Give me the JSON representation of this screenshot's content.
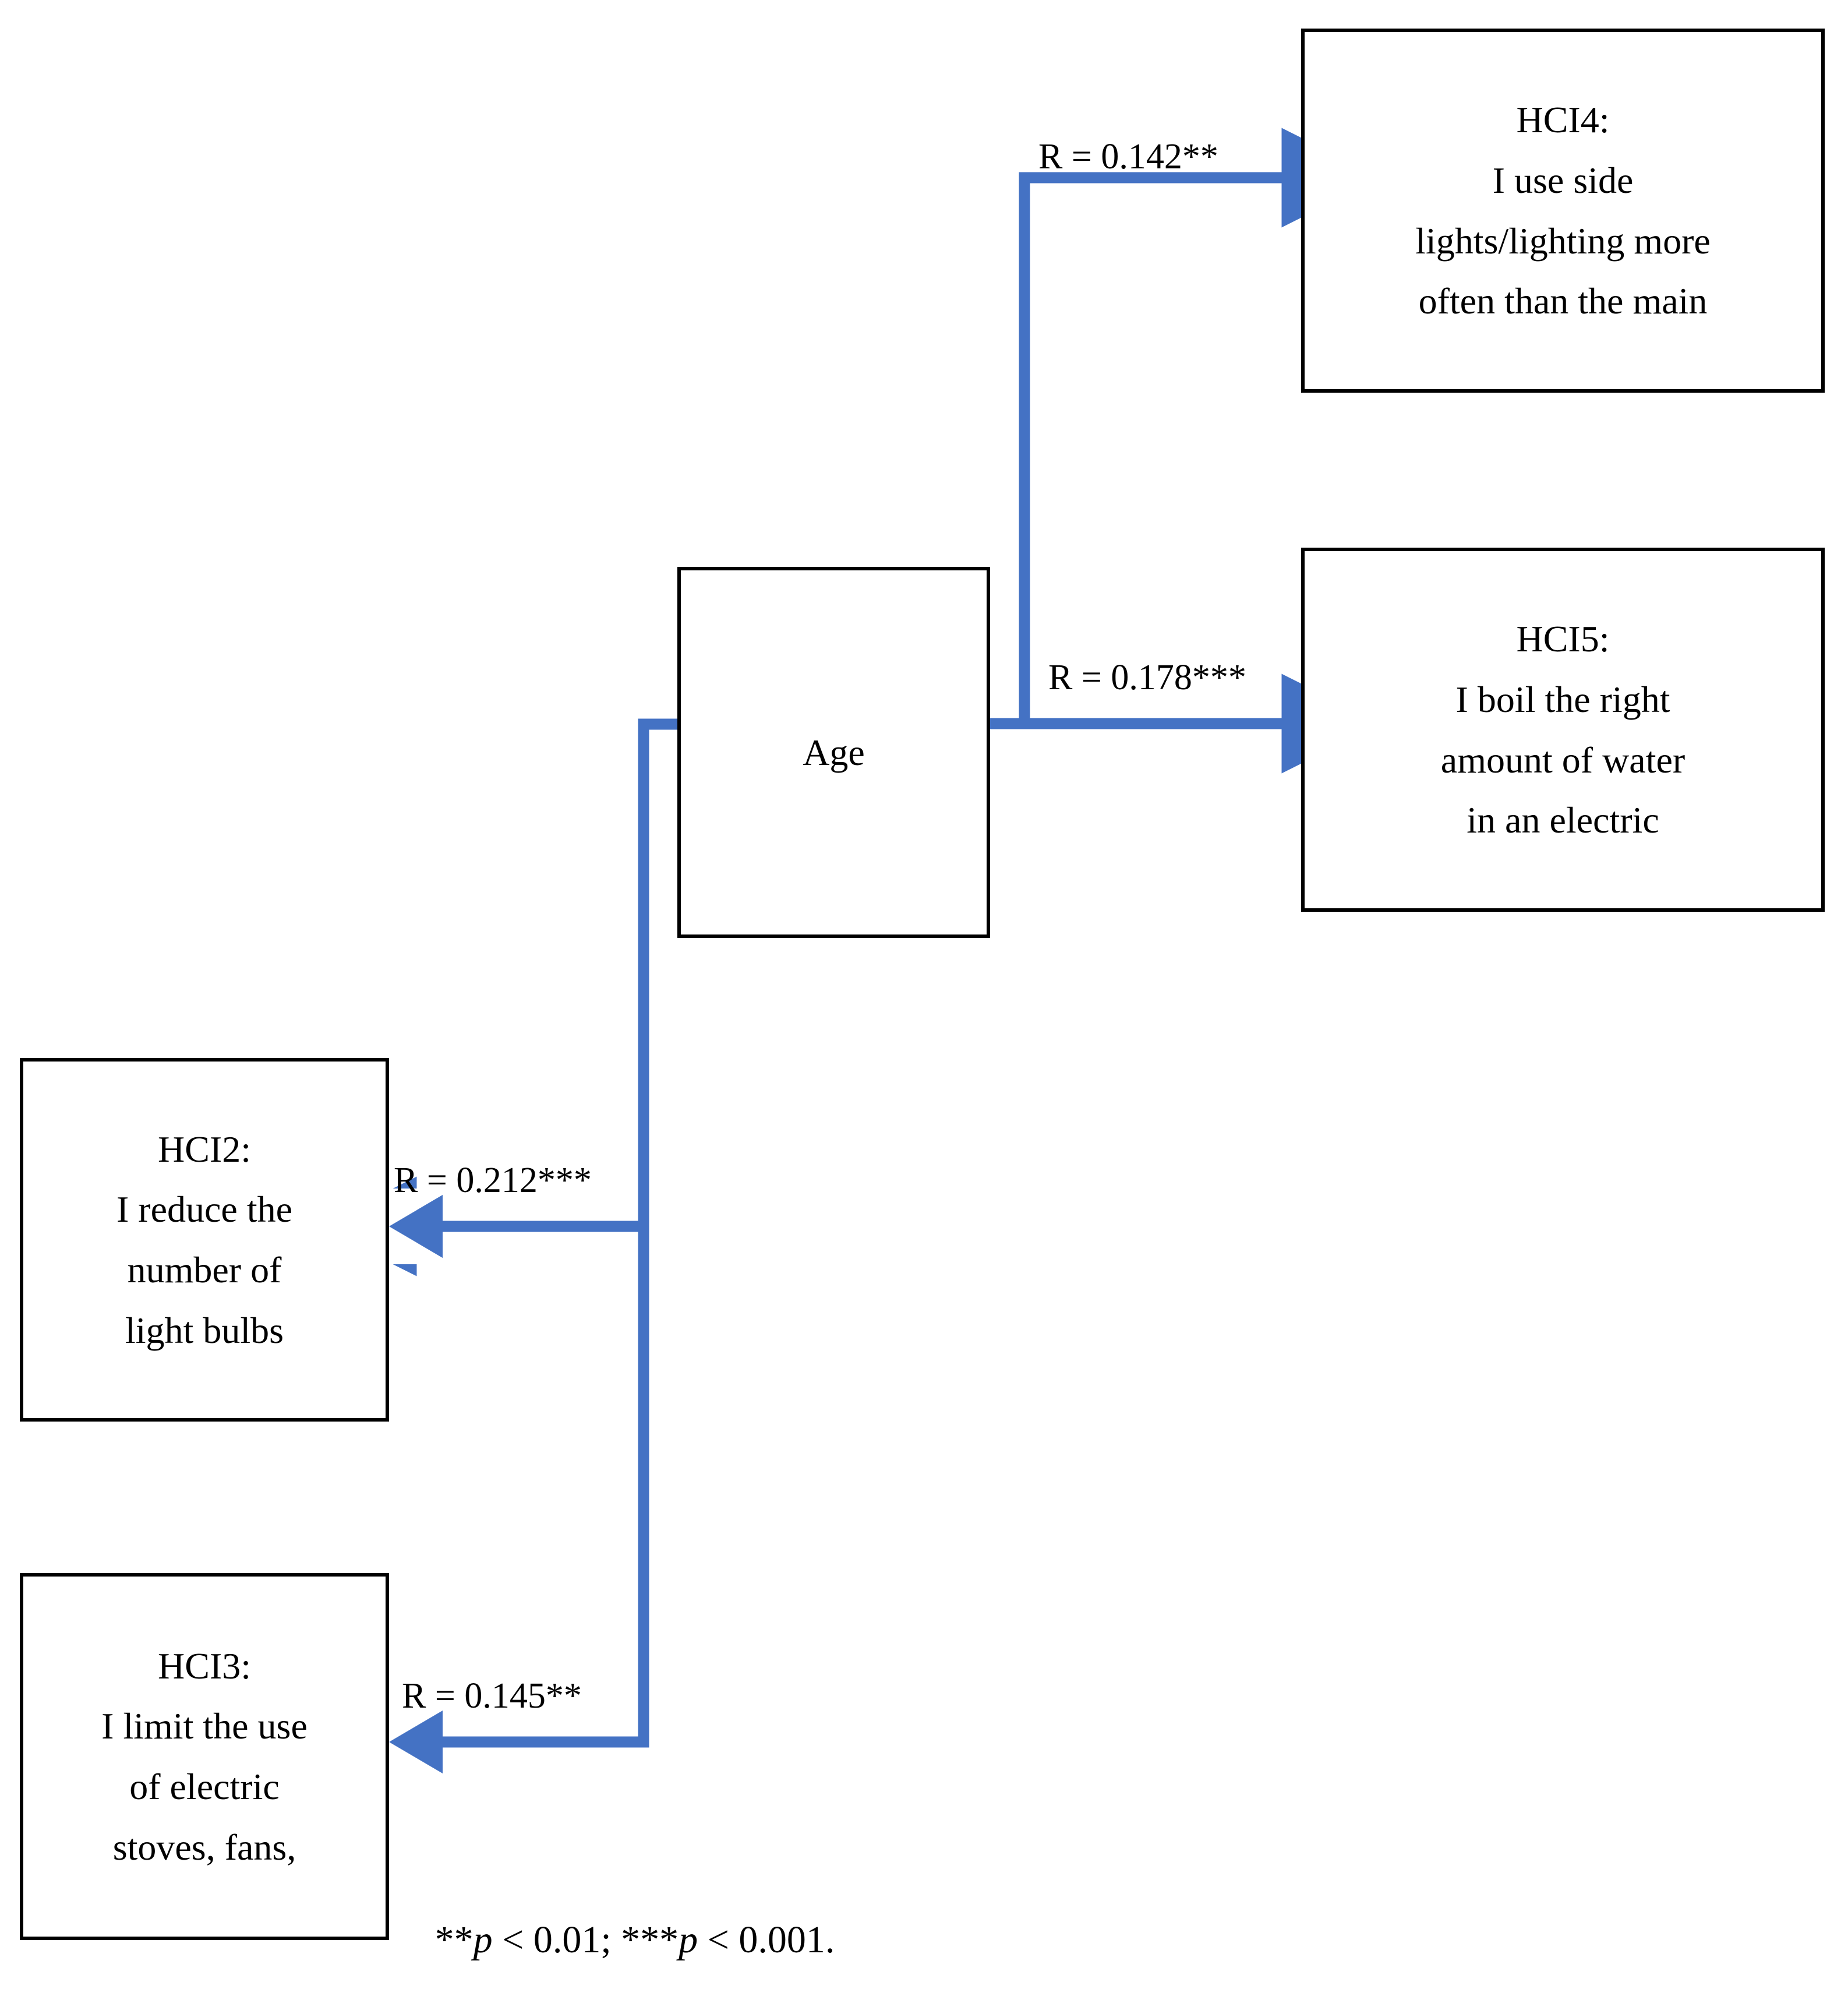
{
  "figure": {
    "type": "correlation-path-diagram",
    "predictor": "Age",
    "footnote": "** p < 0.01; *** p < 0.001.",
    "footnote_parts": {
      "stars_two": "**",
      "p_one": "p",
      "threshold_one": "< 0.01;",
      "stars_three": "***",
      "p_two": "p",
      "threshold_two": "< 0.001."
    },
    "accent_color": "#4472C4",
    "border_color": "#000000",
    "background_color": "#FFFFFF"
  },
  "nodes": {
    "age": {
      "id": "Age",
      "lines": [
        "Age"
      ]
    },
    "hci4": {
      "id": "HCI4",
      "lines": [
        "HCI4:",
        "I use side",
        "lights/lighting more",
        "often than the main"
      ]
    },
    "hci5": {
      "id": "HCI5",
      "lines": [
        "HCI5:",
        "I boil the right",
        "amount of water",
        "in an electric"
      ]
    },
    "hci2": {
      "id": "HCI2",
      "lines": [
        "HCI2:",
        "I reduce the",
        "number of",
        "light bulbs"
      ]
    },
    "hci3": {
      "id": "HCI3",
      "lines": [
        "HCI3:",
        "I limit the use",
        "of electric",
        "stoves, fans,"
      ]
    }
  },
  "edges": [
    {
      "from": "Age",
      "to": "HCI4",
      "label": "R = 0.142**",
      "r": 0.142,
      "significance": "**",
      "p_level": "p < 0.01"
    },
    {
      "from": "Age",
      "to": "HCI5",
      "label": "R = 0.178***",
      "r": 0.178,
      "significance": "***",
      "p_level": "p < 0.001"
    },
    {
      "from": "Age",
      "to": "HCI2",
      "label": "R = 0.212***",
      "r": 0.212,
      "significance": "***",
      "p_level": "p < 0.001"
    },
    {
      "from": "Age",
      "to": "HCI3",
      "label": "R = 0.145**",
      "r": 0.145,
      "significance": "**",
      "p_level": "p < 0.01"
    }
  ]
}
